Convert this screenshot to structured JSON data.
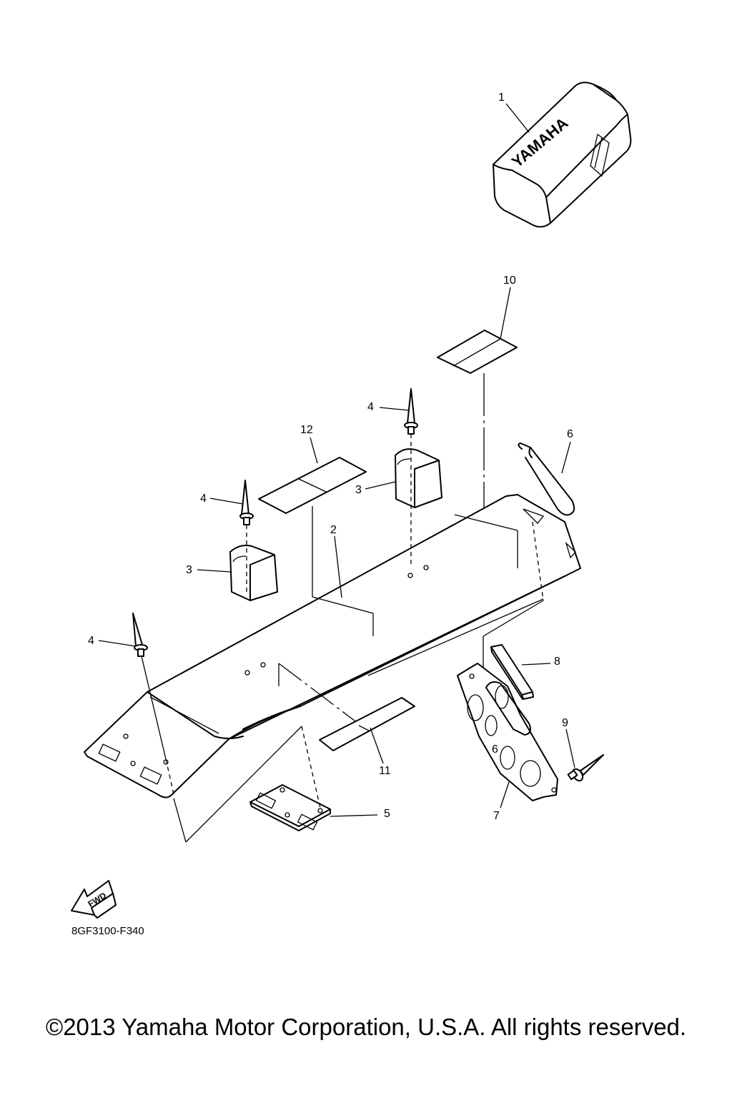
{
  "diagram": {
    "callouts": {
      "c1": "1",
      "c2": "2",
      "c3a": "3",
      "c3b": "3",
      "c4a": "4",
      "c4b": "4",
      "c4c": "4",
      "c5": "5",
      "c6a": "6",
      "c6b": "6",
      "c7": "7",
      "c8": "8",
      "c9": "9",
      "c10": "10",
      "c11": "11",
      "c12": "12"
    },
    "cover_logo": "YAMAHA",
    "fwd_label": "FWD",
    "part_code": "8GF3100-F340"
  },
  "footer": {
    "copyright": "©2013 Yamaha Motor Corporation, U.S.A. All rights reserved."
  }
}
